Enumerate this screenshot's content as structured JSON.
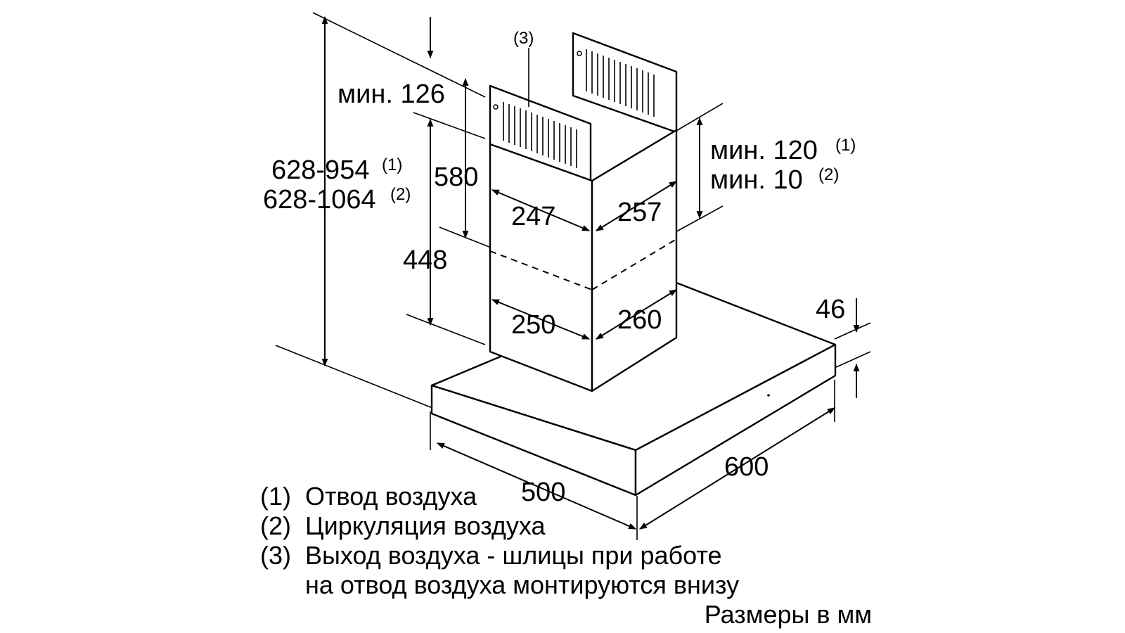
{
  "dimensions": {
    "min_top": "мин. 126",
    "height_range_1": "628-954",
    "height_range_2": "628-1064",
    "chimney_upper": "580",
    "chimney_lower": "448",
    "width_upper": "247",
    "depth_upper": "257",
    "width_lower": "250",
    "depth_lower": "260",
    "min_ceiling_1": "мин. 120",
    "min_ceiling_2": "мин. 10",
    "hood_thickness": "46",
    "hood_depth": "500",
    "hood_width": "600"
  },
  "markers": {
    "m1": "(1)",
    "m2": "(2)",
    "m3": "(3)"
  },
  "legend": {
    "item1_marker": "(1)",
    "item1_text": "Отвод воздуха",
    "item2_marker": "(2)",
    "item2_text": "Циркуляция воздуха",
    "item3_marker": "(3)",
    "item3_text_line1": "Выход воздуха - шлицы при работе",
    "item3_text_line2": "на отвод воздуха монтируются внизу",
    "units": "Размеры в мм"
  }
}
